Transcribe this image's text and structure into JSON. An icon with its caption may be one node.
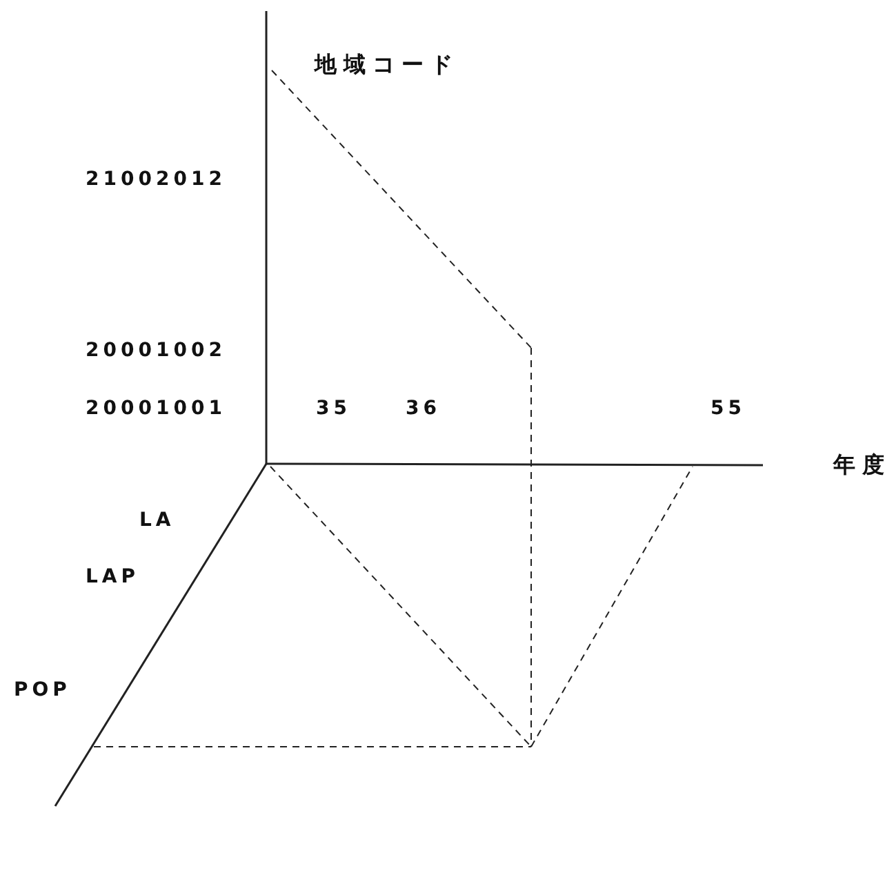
{
  "diagram": {
    "labels": [
      "地域コード",
      "21002012",
      "20001002",
      "20001001",
      "35",
      "36",
      "55",
      "年度",
      "LA",
      "LAP",
      "POP"
    ]
  }
}
